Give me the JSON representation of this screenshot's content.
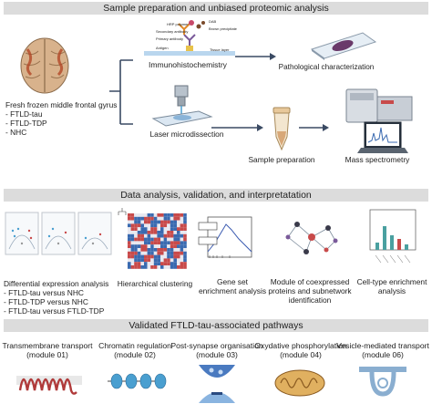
{
  "sections": {
    "s1": "Sample preparation and unbiased proteomic analysis",
    "s2": "Data analysis, validation, and interpretatation",
    "s3": "Validated FTLD-tau-associated pathways"
  },
  "sample": {
    "title": "Fresh frozen middle frontal gyrus",
    "items": [
      "- FTLD-tau",
      "- FTLD-TDP",
      "- NHC"
    ]
  },
  "steps": {
    "ihc": "Immunohistochemistry",
    "patho": "Pathological characterization",
    "lmd": "Laser microdissection",
    "prep": "Sample preparation",
    "ms": "Mass spectrometry"
  },
  "ihc_labels": {
    "hrp": "HRP polymer",
    "dab": "DAB",
    "secondary": "Secondary antibody",
    "brown": "Brown precipitate",
    "primary": "Primary antibody",
    "antigen": "Antigen",
    "tissue": "Tissue layer"
  },
  "analysis": {
    "dea_title": "Differential expression analysis",
    "dea_items": [
      "- FTLD-tau versus NHC",
      "- FTLD-TDP versus NHC",
      "- FTLD-tau versus FTLD-TDP"
    ],
    "hc": "Hierarchical clustering",
    "gsea": [
      "Gene set",
      "enrichment analysis"
    ],
    "module": [
      "Module of coexpressed",
      "proteins and subnetwork",
      "identification"
    ],
    "celltype": [
      "Cell-type enrichment",
      "analysis"
    ]
  },
  "pathways": [
    {
      "name": "Transmembrane transport",
      "module": "(module 01)"
    },
    {
      "name": "Chromatin regulation",
      "module": "(module 02)"
    },
    {
      "name": "Post-synapse organisation",
      "module": "(module 03)"
    },
    {
      "name": "Oxydative phosphorylation",
      "module": "(module 04)"
    },
    {
      "name": "Vesicle-mediated transport",
      "module": "(module 06)"
    }
  ],
  "colors": {
    "banner": "#dcdcdc",
    "arrow": "#3a4a63",
    "brain": "#c9a07a",
    "protein": "#7a5a9a",
    "dna": "#4a9fd0"
  }
}
